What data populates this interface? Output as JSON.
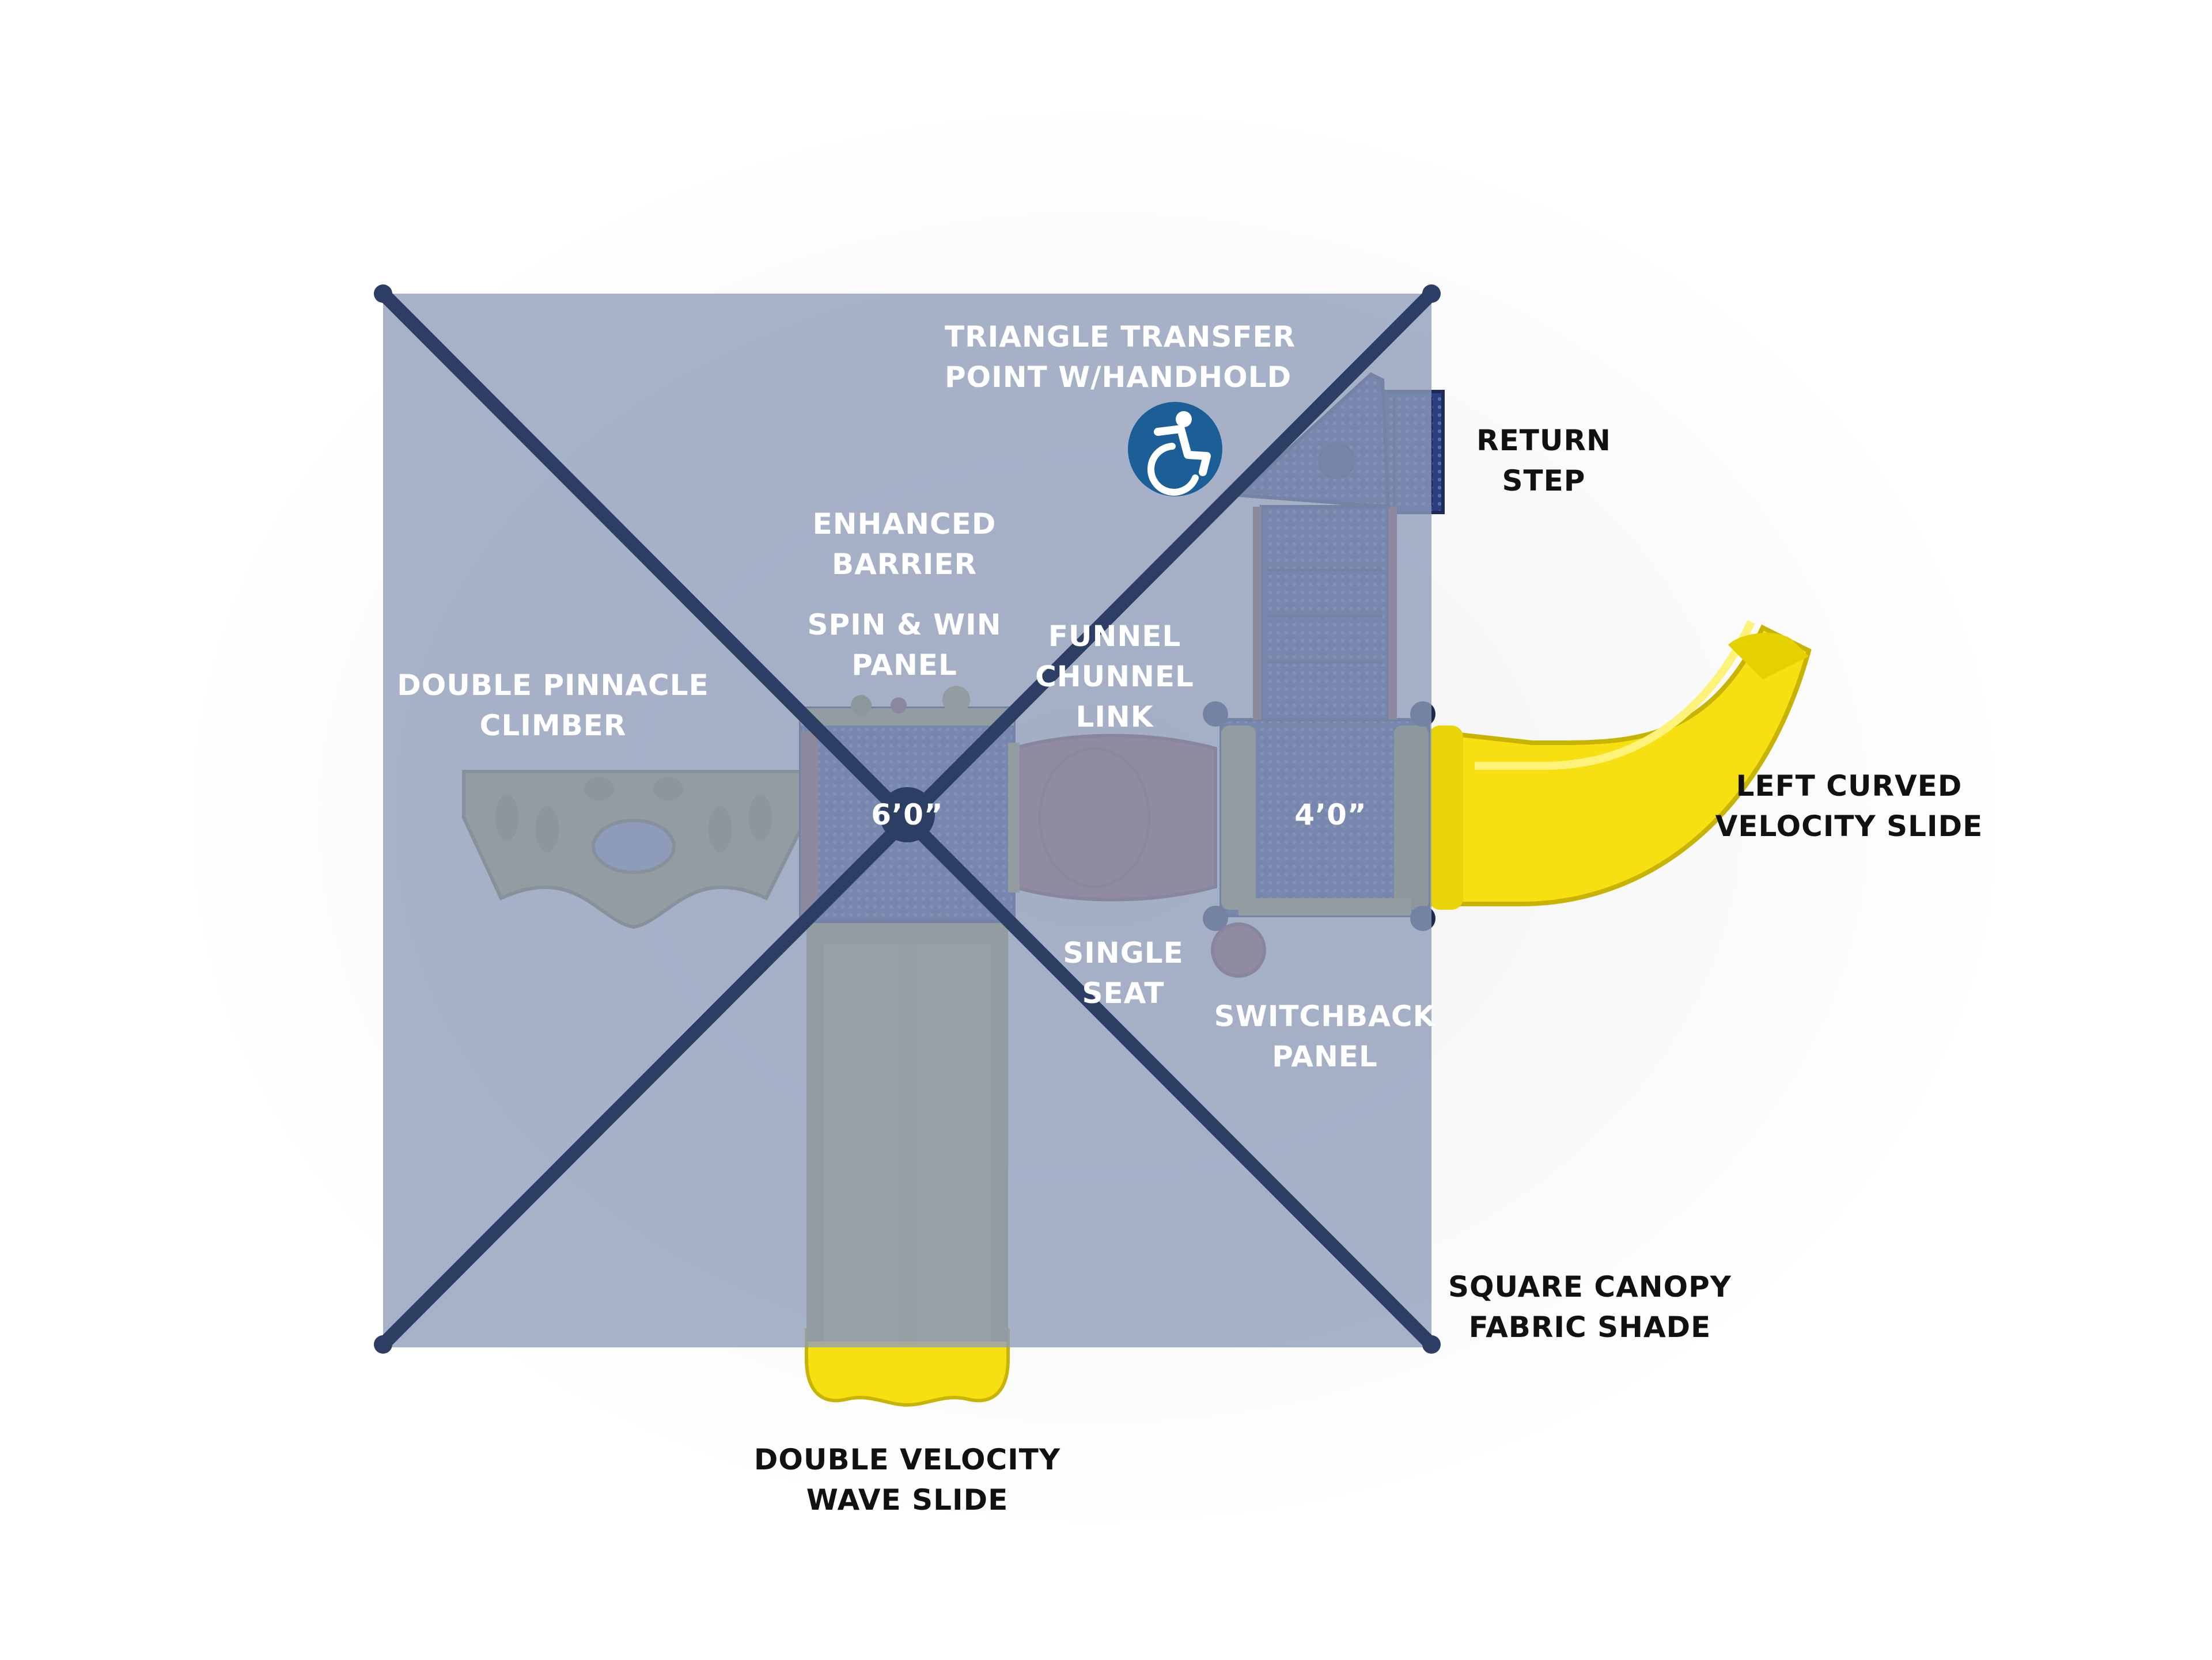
{
  "colors": {
    "canopy": "#8e9cba",
    "post": "#2c3e63",
    "deck": "#2c3d80",
    "slide_yellow": "#f6e012",
    "tube_red": "#9a5050",
    "accessibility_badge": "#1c5f98",
    "label_on_canopy": "#ffffff",
    "label_outside": "#111111"
  },
  "icons": [
    "accessibility-icon"
  ],
  "labels": {
    "triangle_transfer": [
      "TRIANGLE TRANSFER",
      "POINT W/HANDHOLD"
    ],
    "return_step": [
      "RETURN",
      "STEP"
    ],
    "enhanced_barrier": [
      "ENHANCED",
      "BARRIER"
    ],
    "spin_win": [
      "SPIN & WIN",
      "PANEL"
    ],
    "funnel_chunnel": [
      "FUNNEL",
      "CHUNNEL",
      "LINK"
    ],
    "double_pinnacle": [
      "DOUBLE PINNACLE",
      "CLIMBER"
    ],
    "left_curved": [
      "LEFT CURVED",
      "VELOCITY SLIDE"
    ],
    "single_seat": [
      "SINGLE",
      "SEAT"
    ],
    "switchback": [
      "SWITCHBACK",
      "PANEL"
    ],
    "square_canopy": [
      "SQUARE CANOPY",
      "FABRIC SHADE"
    ],
    "double_velocity": [
      "DOUBLE VELOCITY",
      "WAVE SLIDE"
    ]
  },
  "deck_heights": {
    "deck_6ft": "6’0”",
    "deck_4ft": "4’0”"
  }
}
